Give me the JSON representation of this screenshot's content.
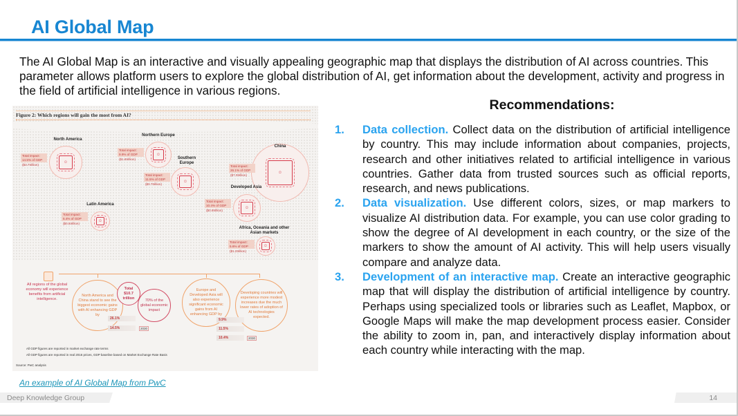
{
  "header": {
    "title": "AI Global Map"
  },
  "intro": "The AI Global Map is an interactive and visually appealing geographic map that displays the distribution of AI across countries. This parameter allows platform users to explore the global distribution of AI, get information about the development, activity and progress in the field of artificial intelligence in various regions.",
  "figure": {
    "title": "Figure 2: Which regions will gain the most from AI?",
    "regions": [
      {
        "name": "North America",
        "impact": "Total impact: 14.5% of GDP",
        "value": "($3.7trillion)"
      },
      {
        "name": "Northern Europe",
        "impact": "Total impact: 9.9% of GDP",
        "value": "($1.8trillion)"
      },
      {
        "name": "Southern Europe",
        "impact": "Total impact: 11.5% of GDP",
        "value": "($0.7trillion)"
      },
      {
        "name": "China",
        "impact": "Total impact: 26.1% of GDP",
        "value": "($7.0trillion)"
      },
      {
        "name": "Developed Asia",
        "impact": "Total impact: 10.4% of GDP",
        "value": "($0.9trillion)"
      },
      {
        "name": "Latin America",
        "impact": "Total impact: 5.4% of GDP",
        "value": "($0.5trillion)"
      },
      {
        "name": "Africa, Oceania and other Asian markets",
        "impact": "Total impact: 5.6% of GDP",
        "value": "($1.2trillion)"
      }
    ],
    "all_regions": "All regions of the global economy will experience benefits from artificial intelligence.",
    "na_china": "North America and China stand to see the biggest economic gains with AI enhancing GDP by",
    "total": "Total $10.7 trillion",
    "share": "70% of the global economic impact",
    "europe_asia": "Europe and Developed Asia will also experience significant economic gains from AI enhancing GDP by",
    "developing": "Developing countries will experience more modest increases due the much lower rates of adoption of AI technologies expected.",
    "bars_left": [
      "26.1%",
      "14.5%"
    ],
    "bars_right": [
      "9.9%",
      "11.5%",
      "10.4%"
    ],
    "year": "2030",
    "note1": "All GDP figures are reported in market exchange rate terms",
    "note2": "All GDP figures are reported in real 2016 prices, GDP baseline based on Market Exchange Rate Basis",
    "source": "Source: PwC analysis"
  },
  "link": "An example of AI Global Map from PwC",
  "recommendations": {
    "title": "Recommendations:",
    "items": [
      {
        "num": "1.",
        "head": "Data collection.",
        "text": " Collect data on the distribution of artificial intelligence by country. This may include information about companies, projects, research and other initiatives related to artificial intelligence in various countries. Gather data from trusted sources such as official reports, research, and news publications."
      },
      {
        "num": "2.",
        "head": "Data visualization.",
        "text": " Use different colors, sizes, or map markers to visualize AI distribution data. For example, you can use color grading to show the degree of AI development in each country, or the size of the markers to show the amount of AI activity. This will help users visually compare and analyze data."
      },
      {
        "num": "3.",
        "head": "Development of an interactive map.",
        "text": " Create an interactive geographic map that will display the distribution of artificial intelligence by country. Perhaps using specialized tools or libraries such as Leaflet, Mapbox, or Google Maps will make the map development process easier. Consider the ability to zoom in, pan, and interactively display information about each country while interacting with the map."
      }
    ]
  },
  "footer": {
    "org": "Deep Knowledge Group",
    "page": "14"
  }
}
